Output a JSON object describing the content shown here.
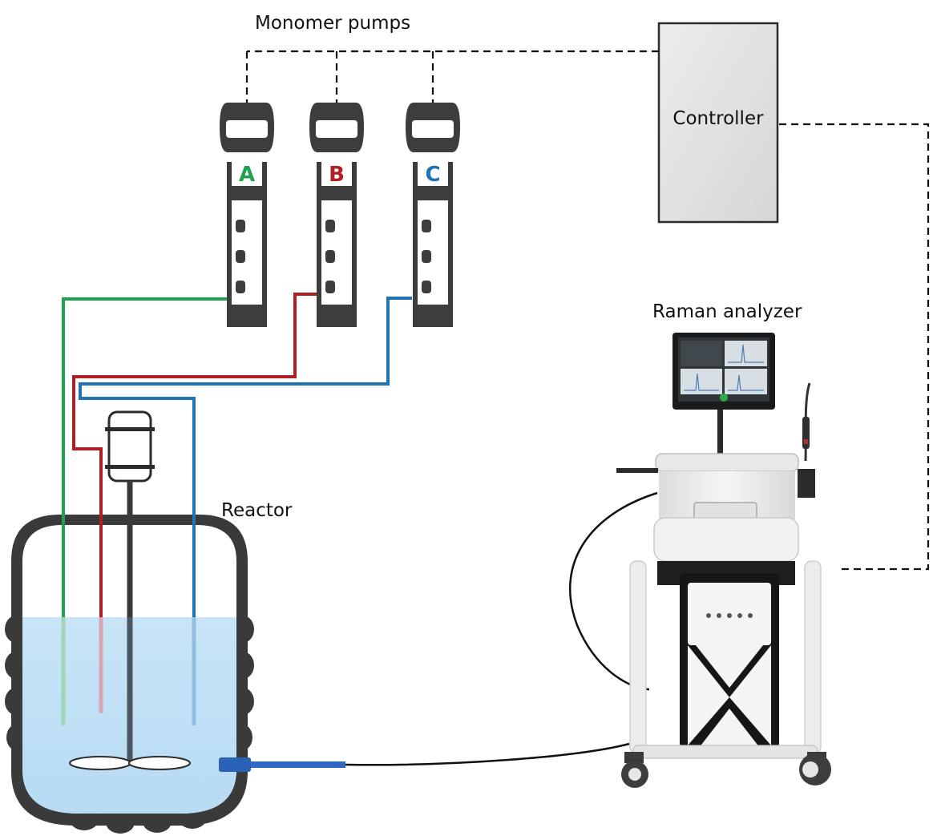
{
  "labels": {
    "monomer_pumps": "Monomer pumps",
    "controller": "Controller",
    "raman_analyzer": "Raman analyzer",
    "reactor": "Reactor"
  },
  "pumps": [
    {
      "letter": "A",
      "color": "#1ea24f"
    },
    {
      "letter": "B",
      "color": "#b01f24"
    },
    {
      "letter": "C",
      "color": "#1f73b7"
    }
  ],
  "colors": {
    "line_a": "#1ea24f",
    "line_b": "#b01f24",
    "line_c": "#1f73b7",
    "reactor_liquid": "#c5e2f5",
    "reactor_wall": "#3a3a3a",
    "controller_fill": "#e3e3e3",
    "probe": "#2a62b8"
  }
}
